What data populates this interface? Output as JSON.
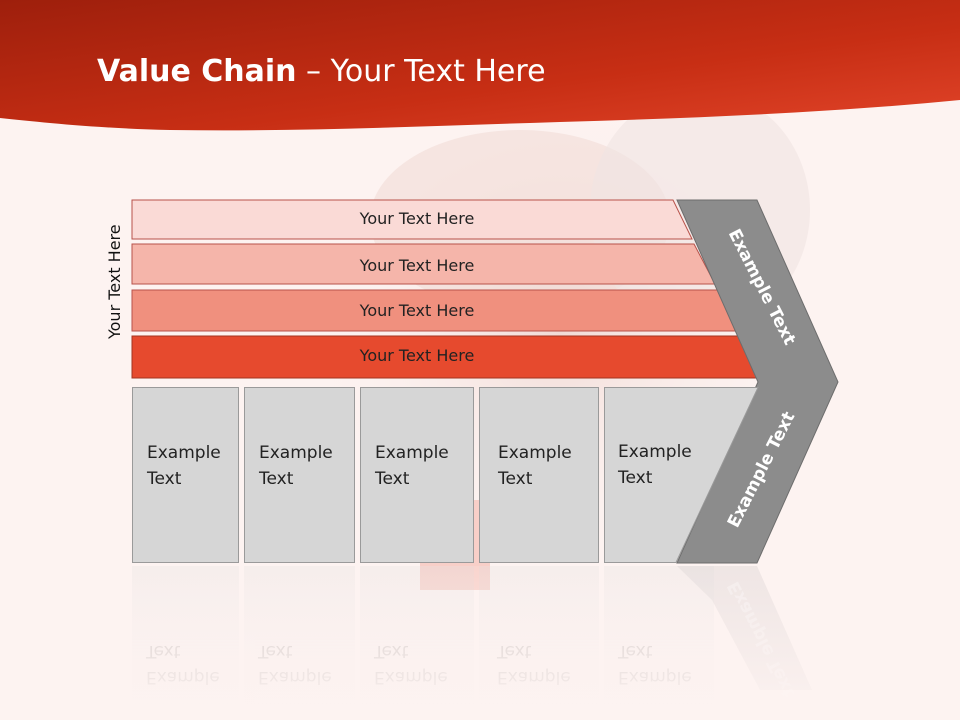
{
  "slide": {
    "title_bold": "Value Chain",
    "title_rest": " – Your Text Here",
    "side_label": "Your Text Here",
    "bars": [
      {
        "label": "Your Text Here",
        "color": "#fadad6"
      },
      {
        "label": "Your Text Here",
        "color": "#f5b5aa"
      },
      {
        "label": "Your Text Here",
        "color": "#f0907e"
      },
      {
        "label": "Your Text Here",
        "color": "#e64a2e"
      }
    ],
    "boxes": [
      {
        "line1": "Example",
        "line2": "Text"
      },
      {
        "line1": "Example",
        "line2": "Text"
      },
      {
        "line1": "Example",
        "line2": "Text"
      },
      {
        "line1": "Example",
        "line2": "Text"
      },
      {
        "line1": "Example",
        "line2": "Text"
      }
    ],
    "chevron_top": "Example Text",
    "chevron_bottom": "Example Text",
    "colors": {
      "header": "#c42d14",
      "chevron": "#8c8c8c",
      "box": "#d6d6d6"
    }
  }
}
